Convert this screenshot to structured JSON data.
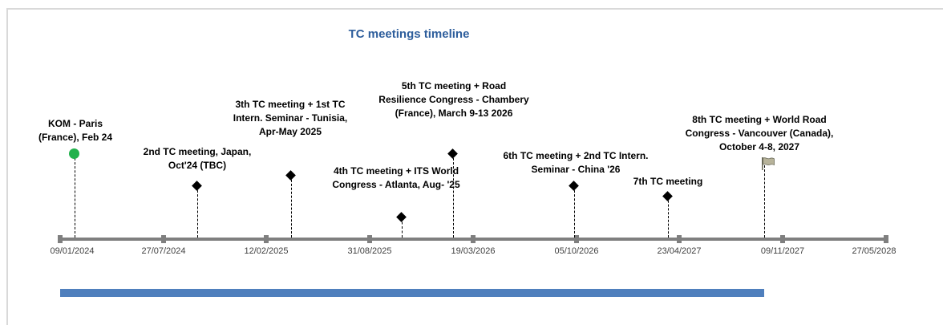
{
  "title": "TC meetings timeline",
  "chart_data": {
    "type": "timeline",
    "axis_ticks": [
      "09/01/2024",
      "27/07/2024",
      "12/02/2025",
      "31/08/2025",
      "19/03/2026",
      "05/10/2026",
      "23/04/2027",
      "09/11/2027",
      "27/05/2028"
    ],
    "events": [
      {
        "label": "KOM - Paris (France), Feb 24",
        "marker": "green-circle"
      },
      {
        "label": "2nd TC meeting, Japan, Oct'24 (TBC)",
        "marker": "diamond"
      },
      {
        "label": "3th TC meeting + 1st TC Intern. Seminar - Tunisia, Apr-May 2025",
        "marker": "diamond"
      },
      {
        "label": "4th TC meeting + ITS World Congress - Atlanta, Aug- '25",
        "marker": "diamond"
      },
      {
        "label": "5th TC meeting + Road Resilience Congress - Chambery (France), March 9-13 2026",
        "marker": "diamond"
      },
      {
        "label": "6th TC meeting + 2nd TC Intern. Seminar - China '26",
        "marker": "diamond"
      },
      {
        "label": "7th TC meeting",
        "marker": "diamond"
      },
      {
        "label": "8th TC meeting + World Road Congress - Vancouver (Canada), October 4-8, 2027",
        "marker": "flag"
      }
    ],
    "colors": {
      "title": "#2e5e9c",
      "axis": "#7f7f7f",
      "kom_marker": "#22b14c",
      "span_bar": "#4f7fbd"
    }
  }
}
